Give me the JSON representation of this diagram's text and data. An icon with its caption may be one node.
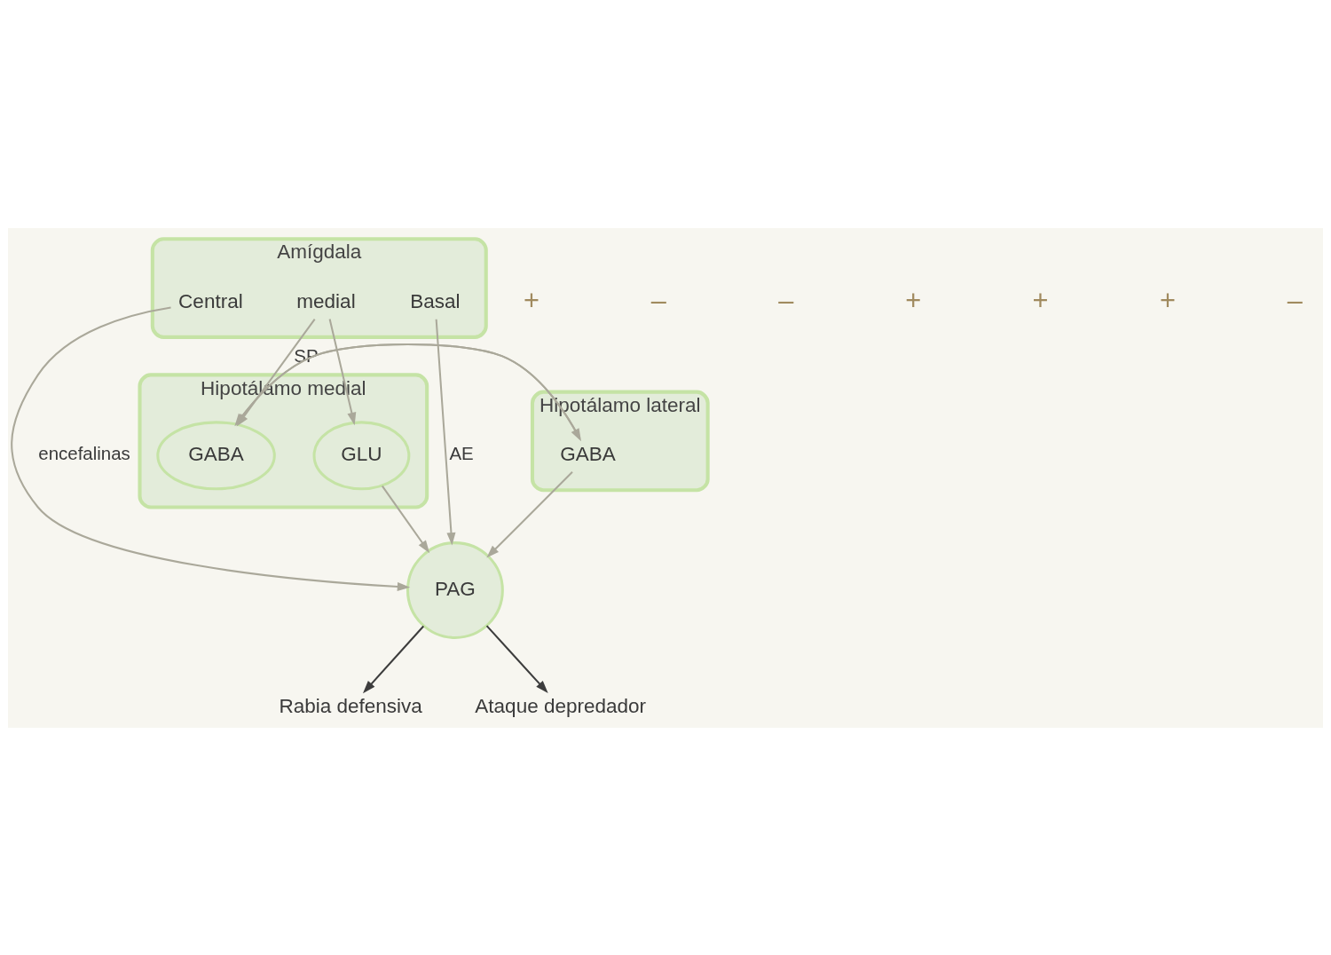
{
  "diagram": {
    "nodes": [
      {
        "text": [
          "Amígdala"
        ]
      },
      {
        "text": [
          "Hipotálamo medial"
        ]
      },
      {
        "text": [
          "Hipotálamo lateral"
        ]
      },
      {
        "text": [
          "Central"
        ],
        "in": 0
      },
      {
        "text": [
          "medial"
        ],
        "in": 0
      },
      {
        "text": [
          "Basal"
        ],
        "in": 0
      },
      {
        "text": [
          "GABA"
        ],
        "in": 1
      },
      {
        "text": [
          "GLU"
        ],
        "in": 1
      },
      {
        "text": [
          "GABA"
        ],
        "in": 2
      },
      {
        "text": [
          "PAG"
        ]
      },
      {
        "text": [
          "Rabia defensiva"
        ]
      },
      {
        "text": [
          "Ataque depredador"
        ]
      }
    ],
    "edges": [
      {
        "from": 4,
        "to": 6,
        "arrow": "to",
        "label": "SP"
      },
      {
        "from": 4,
        "to": 7,
        "arrow": "to"
      },
      {
        "from": 6,
        "to": 8,
        "arrow": "to"
      },
      {
        "from": 8,
        "to": 6,
        "arrow": "to"
      },
      {
        "from": 5,
        "to": 9,
        "arrow": "to",
        "label": "AE"
      },
      {
        "from": 7,
        "to": 9,
        "arrow": "to"
      },
      {
        "from": 8,
        "to": 9,
        "arrow": "to"
      },
      {
        "from": 3,
        "to": 9,
        "arrow": "to",
        "label": "encefalinas"
      },
      {
        "from": 9,
        "to": 10,
        "arrow": "to",
        "color": "#3d3d3d"
      },
      {
        "from": 9,
        "to": 11,
        "arrow": "to",
        "color": "#3d3d3d"
      }
    ],
    "labels": [
      "+",
      "–",
      "–",
      "+",
      "+",
      "+",
      "–"
    ]
  }
}
